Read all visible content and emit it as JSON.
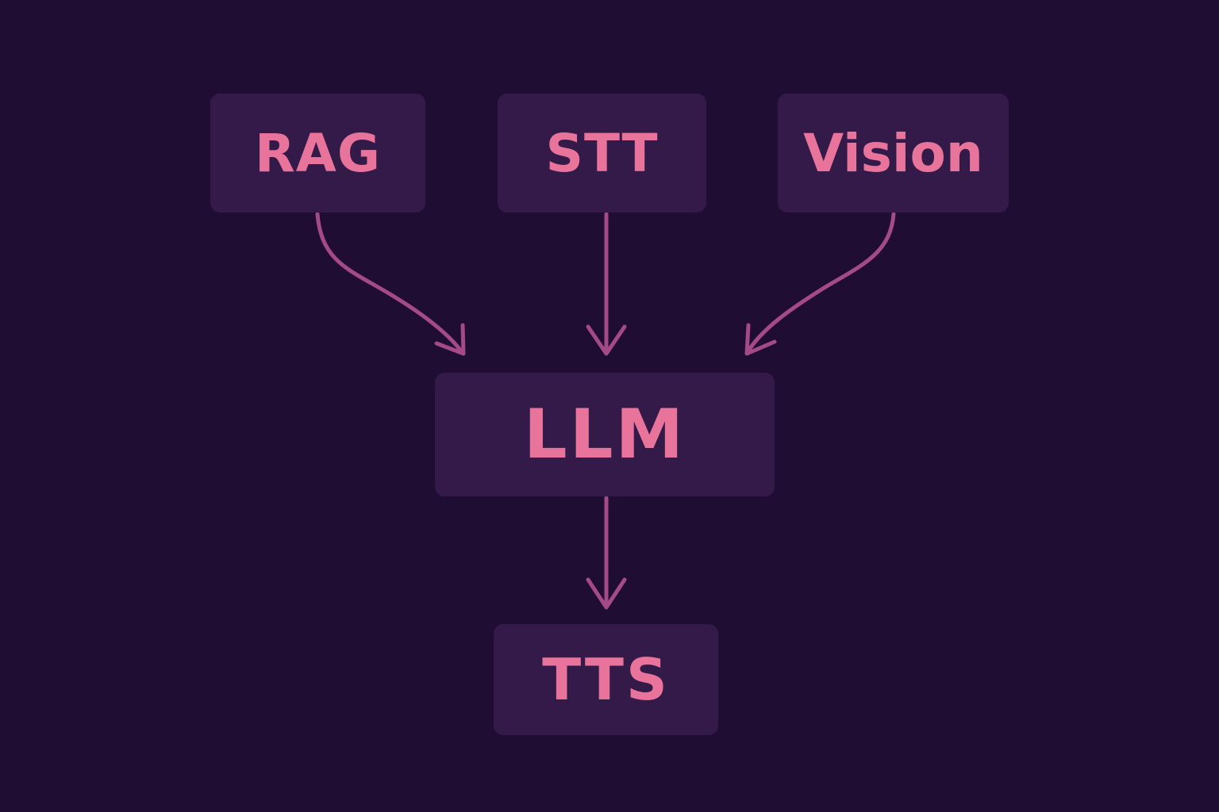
{
  "diagram": {
    "nodes": {
      "rag": "RAG",
      "stt": "STT",
      "vision": "Vision",
      "llm": "LLM",
      "tts": "TTS"
    },
    "edges": [
      {
        "from": "RAG",
        "to": "LLM"
      },
      {
        "from": "STT",
        "to": "LLM"
      },
      {
        "from": "Vision",
        "to": "LLM"
      },
      {
        "from": "LLM",
        "to": "TTS"
      }
    ]
  },
  "colors": {
    "background": "#1f0d33",
    "node_fill": "#341a48",
    "text": "#e8739b",
    "arrow": "#a34a87"
  }
}
